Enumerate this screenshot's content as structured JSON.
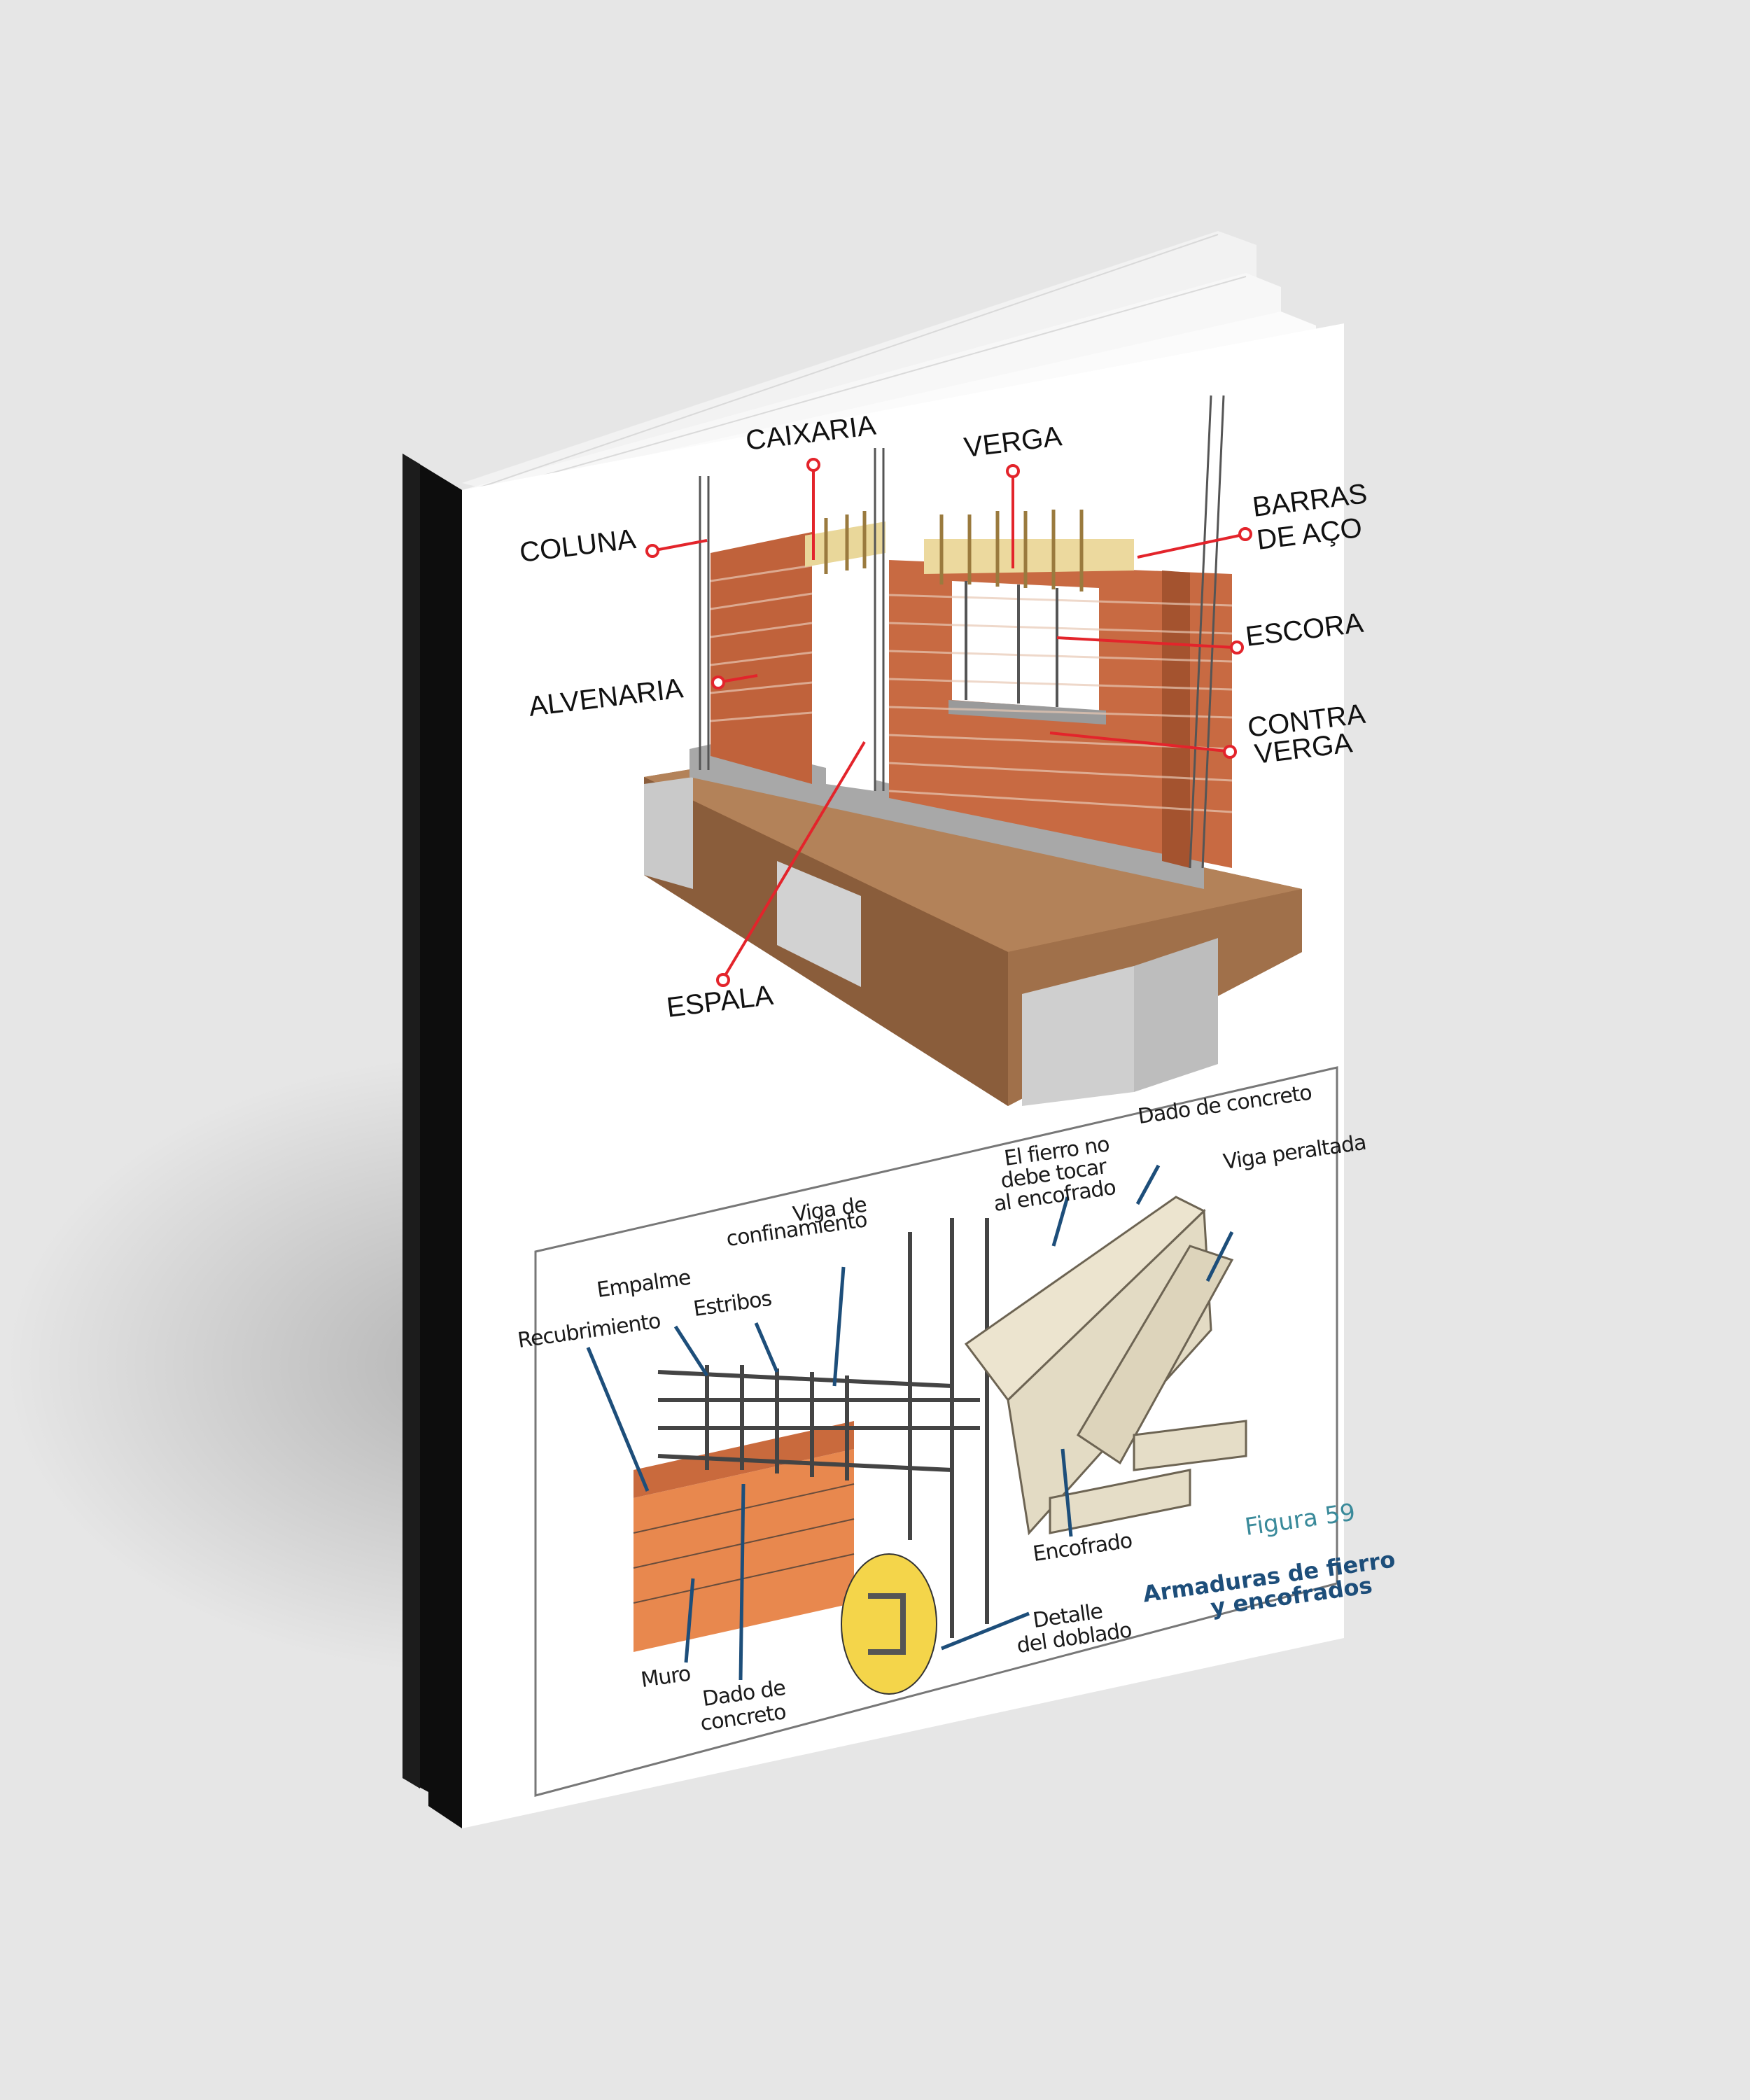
{
  "scene": {
    "background_color": "#e6e6e6",
    "object": "book-mockup",
    "spine_color": "#0d0d0d",
    "cover_color": "#ffffff"
  },
  "top_figure": {
    "labels": {
      "coluna": "COLUNA",
      "caixaria": "CAIXARIA",
      "verga": "VERGA",
      "barras_line1": "BARRAS",
      "barras_line2": "DE AÇO",
      "escora": "ESCORA",
      "alvenaria": "ALVENARIA",
      "contra_line1": "CONTRA",
      "contra_line2": "VERGA",
      "espala": "ESPALA"
    },
    "leader_color": "#e3242b"
  },
  "bottom_figure": {
    "labels": {
      "el_fierro_line1": "El fierro no",
      "el_fierro_line2": "debe tocar",
      "el_fierro_line3": "al encofrado",
      "dado_top": "Dado de concreto",
      "viga_peraltada": "Viga peraltada",
      "viga_conf_line1": "Viga de",
      "viga_conf_line2": "confinamiento",
      "empalme": "Empalme",
      "estribos": "Estribos",
      "recubrimiento": "Recubrimiento",
      "encofrado": "Encofrado",
      "muro": "Muro",
      "dado_bottom_line1": "Dado de",
      "dado_bottom_line2": "concreto",
      "detalle_line1": "Detalle",
      "detalle_line2": "del doblado"
    },
    "caption": {
      "figure_number": "Figura 59",
      "title_line1": "Armaduras de fierro",
      "title_line2": "y encofrados"
    },
    "arrow_color": "#1d4e7a",
    "caption_number_color": "#3a8a9a",
    "caption_title_color": "#1d4e7a"
  }
}
